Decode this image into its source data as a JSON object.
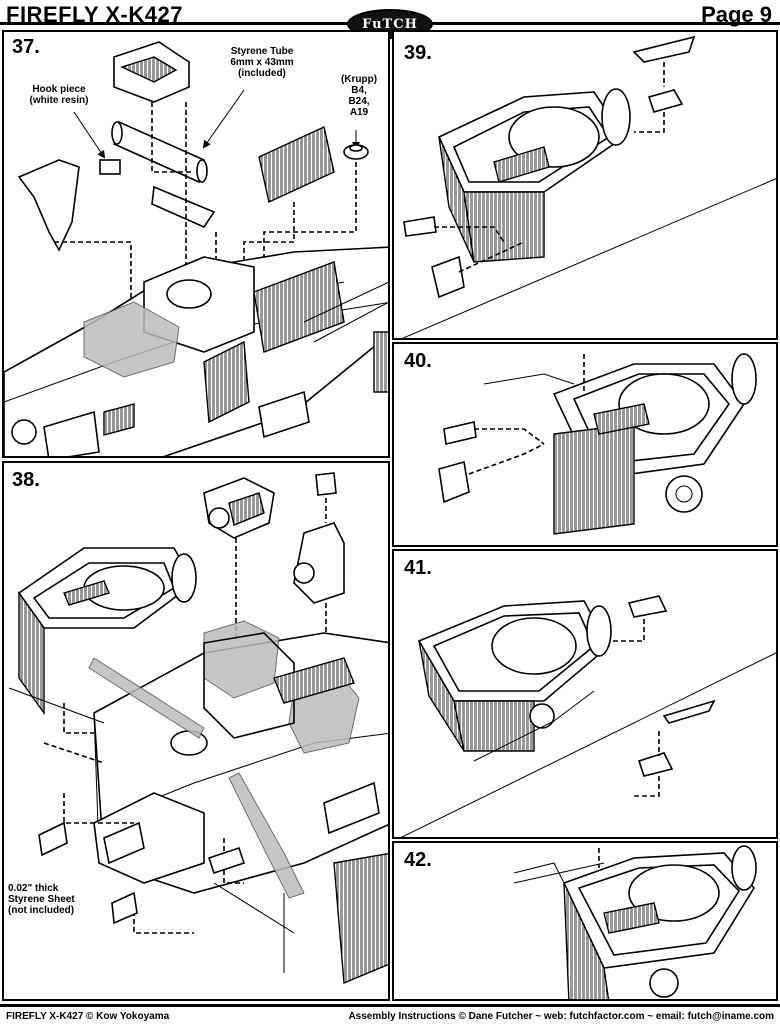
{
  "header": {
    "title": "FIREFLY X-K427",
    "logo_text": "FuTCH",
    "page": "Page 9"
  },
  "steps": {
    "s37": {
      "number": "37.",
      "labels": {
        "hook_piece": "Hook piece\n(white resin)",
        "styrene_tube": "Styrene Tube\n6mm x 43mm\n(included)",
        "krupp": "(Krupp)\nB4,\nB24,\nA19"
      }
    },
    "s38": {
      "number": "38.",
      "labels": {
        "styrene_sheet": "0.02\" thick\nStyrene Sheet\n(not included)"
      }
    },
    "s39": {
      "number": "39."
    },
    "s40": {
      "number": "40."
    },
    "s41": {
      "number": "41."
    },
    "s42": {
      "number": "42."
    }
  },
  "footer": {
    "left": "FIREFLY X-K427 © Kow Yokoyama",
    "right": "Assembly Instructions © Dane Futcher  ~  web: futchfactor.com  ~  email: futch@iname.com"
  }
}
